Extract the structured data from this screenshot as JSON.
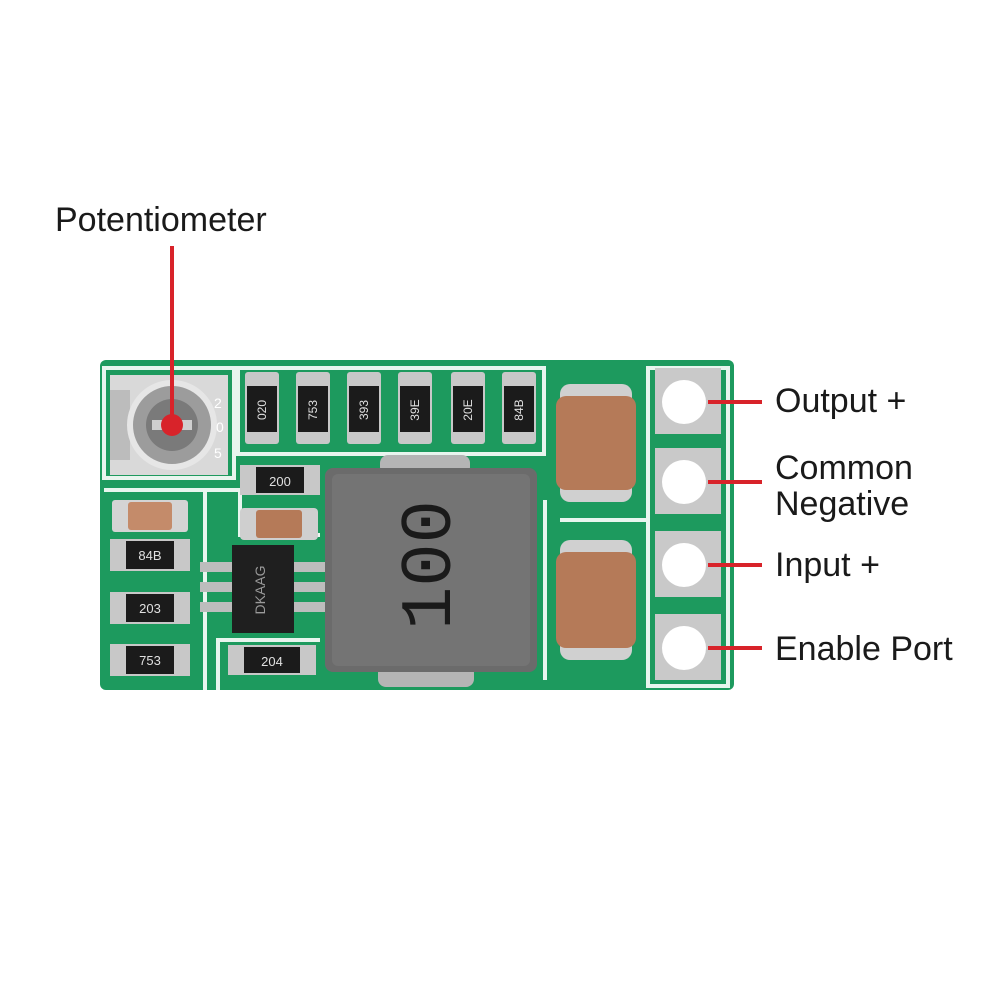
{
  "labels": {
    "potentiometer": "Potentiometer",
    "output_plus": "Output +",
    "common_negative_line1": "Common",
    "common_negative_line2": "Negative",
    "input_plus": "Input +",
    "enable_port": "Enable Port"
  },
  "components": {
    "inductor_marking": "100",
    "ic_marking": "DKAAG",
    "top_resistors": [
      "020",
      "753",
      "393",
      "39E",
      "20E",
      "84B"
    ],
    "resistor_200": "200",
    "left_resistors": [
      "84B",
      "203",
      "753"
    ],
    "bottom_resistor": "204",
    "pot_digits": [
      "2",
      "0",
      "5"
    ]
  },
  "colors": {
    "pcb": "#1d9a5e",
    "annotation": "#d8232a",
    "pad": "#c9c9c9",
    "inductor": "#6b6b6b"
  }
}
